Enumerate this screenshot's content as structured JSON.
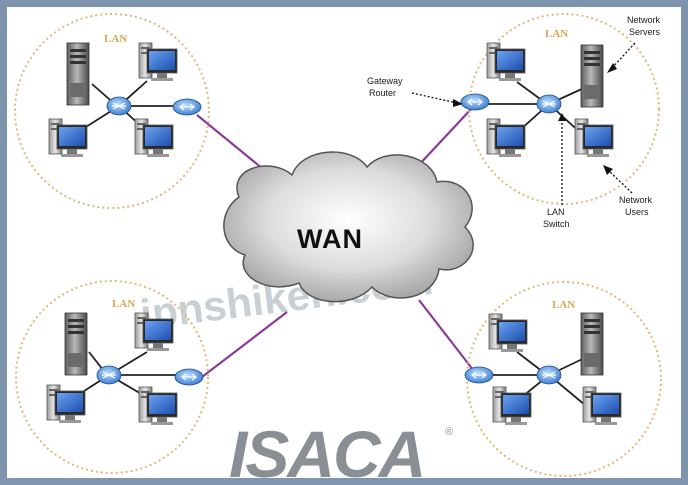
{
  "lan_label": "LAN",
  "wan_label": "WAN",
  "annotations": {
    "network_servers": [
      "Network",
      "Servers"
    ],
    "gateway_router": [
      "Gateway",
      "Router"
    ],
    "lan_switch": [
      "LAN",
      "Switch"
    ],
    "network_users": [
      "Network",
      "Users"
    ]
  },
  "watermark": "jpnshiken.com",
  "logo": {
    "text": "ISACA",
    "mark": "®"
  },
  "colors": {
    "frame": "#7f94ad",
    "wan_link": "#8a3a9a",
    "lan_ring": "#e3b77a",
    "device_blue": "#2f6fd0"
  }
}
